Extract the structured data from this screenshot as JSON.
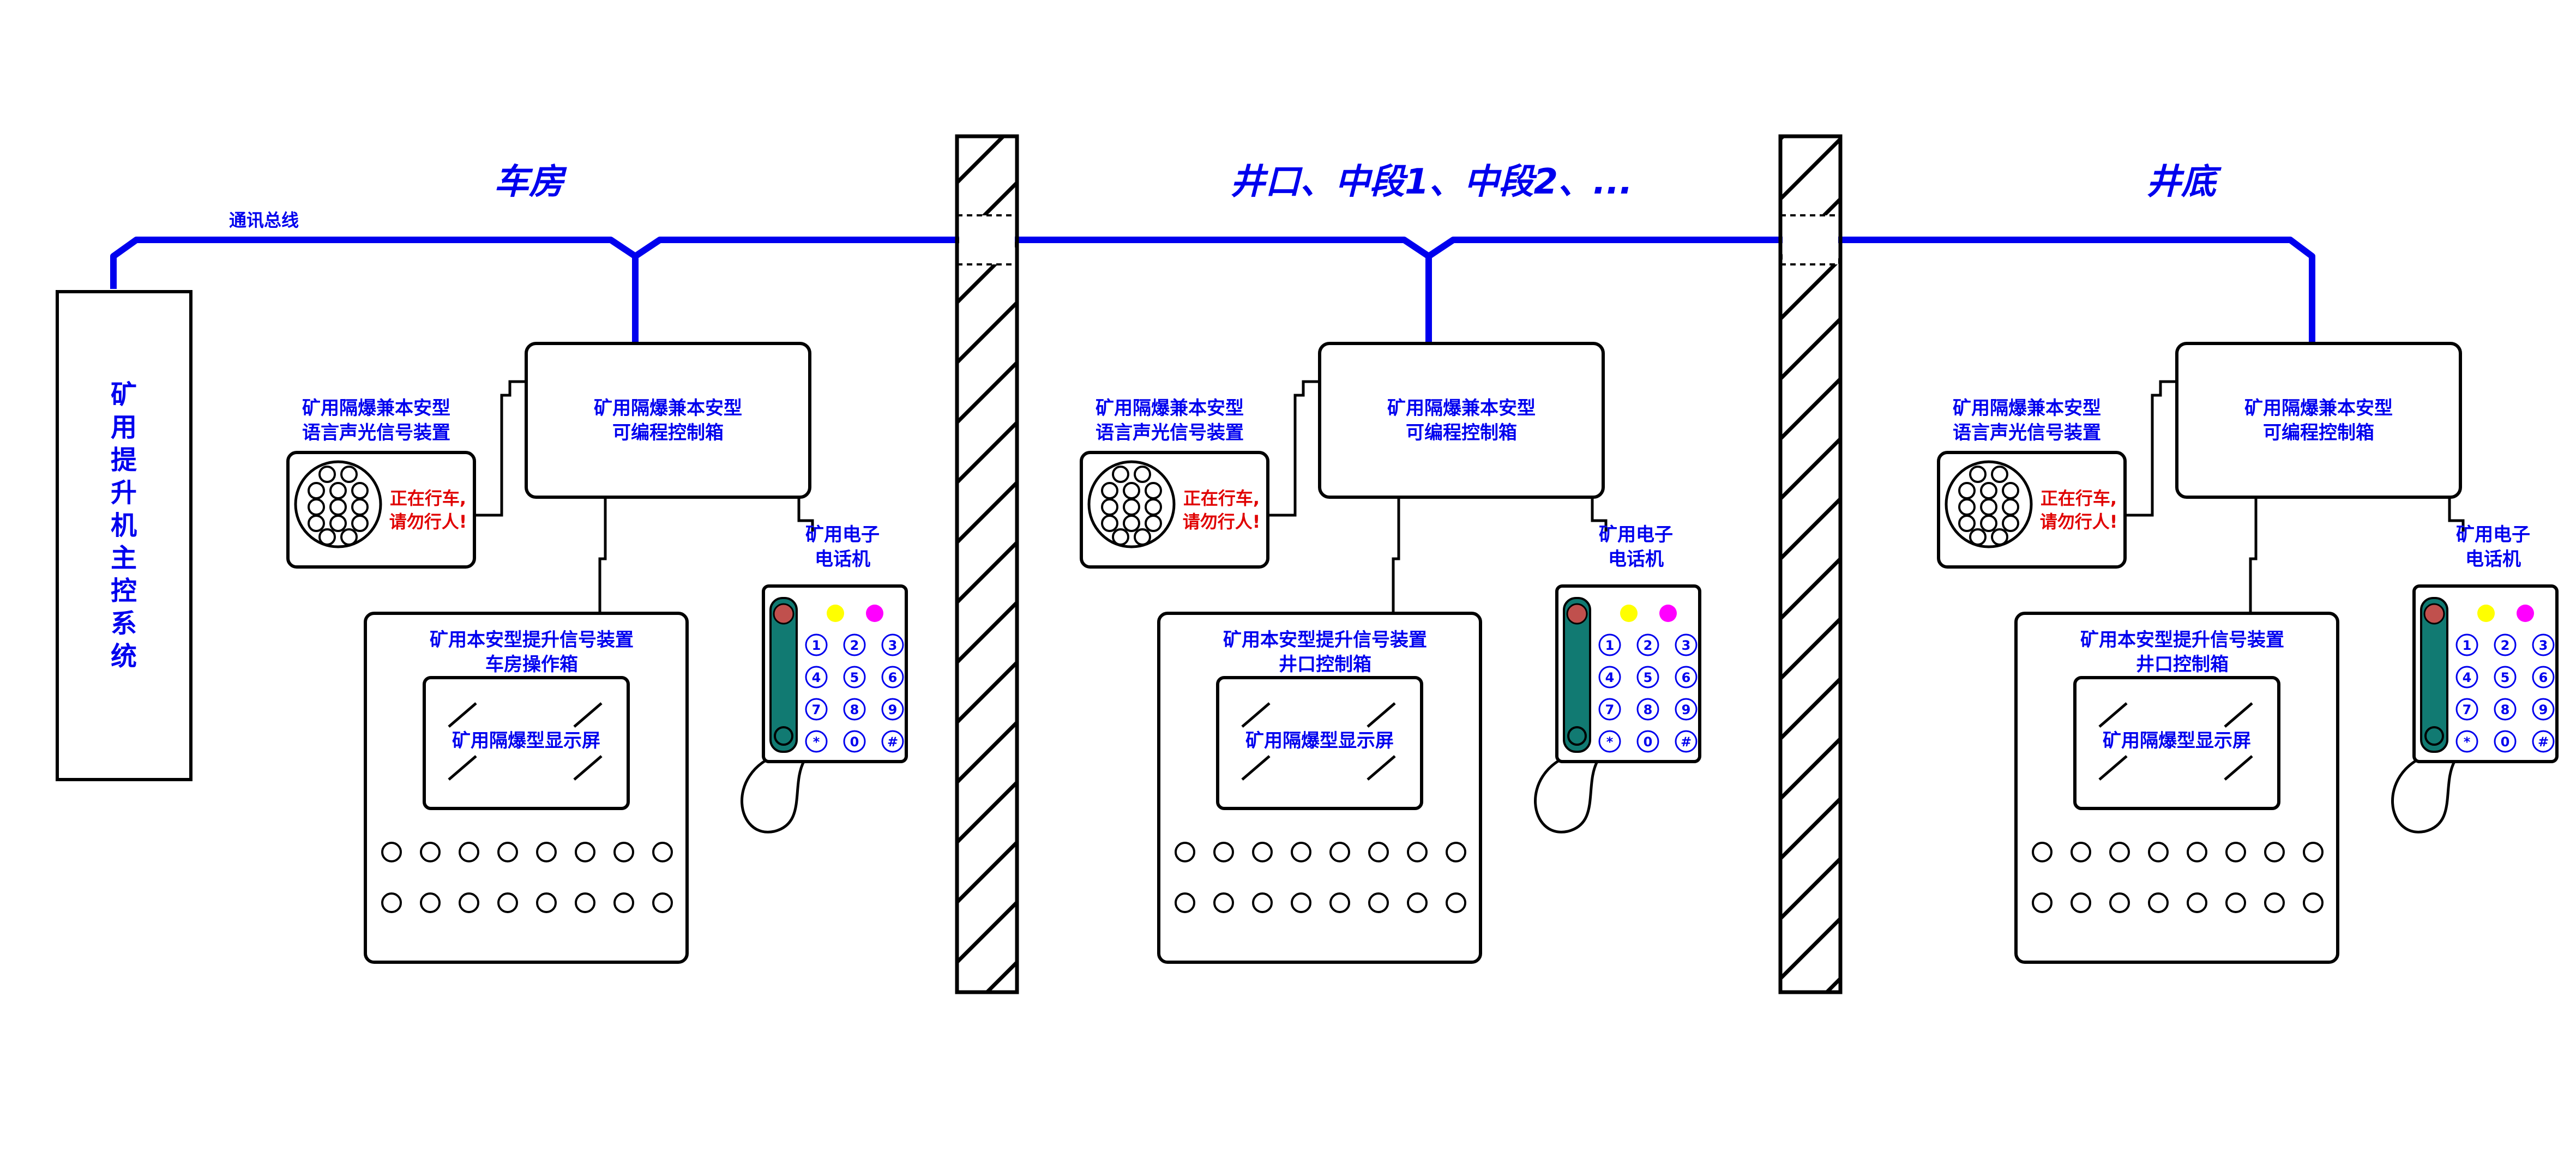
{
  "colors": {
    "bus": "#0000ee",
    "label_blue": "#0000ee",
    "alert_red": "#e00000",
    "outline": "#000000",
    "handset": "#117a72",
    "handset_button": "#c0504d",
    "indicator_yellow": "#ffff00",
    "indicator_magenta": "#ff00ff"
  },
  "bus": {
    "label": "通讯总线"
  },
  "master": {
    "label_chars": [
      "矿",
      "用",
      "提",
      "升",
      "机",
      "主",
      "控",
      "系",
      "统"
    ]
  },
  "zones": [
    {
      "title": "车房",
      "console_line1": "矿用本安型提升信号装置",
      "console_line2": "车房操作箱"
    },
    {
      "title": "井口、中段1、中段2、...",
      "console_line1": "矿用本安型提升信号装置",
      "console_line2": "井口控制箱"
    },
    {
      "title": "井底",
      "console_line1": "矿用本安型提升信号装置",
      "console_line2": "井口控制箱"
    }
  ],
  "common": {
    "plc_line1": "矿用隔爆兼本安型",
    "plc_line2": "可编程控制箱",
    "siren_line1": "矿用隔爆兼本安型",
    "siren_line2": "语言声光信号装置",
    "siren_msg1": "正在行车,",
    "siren_msg2": "请勿行人!",
    "phone_line1": "矿用电子",
    "phone_line2": "电话机",
    "display": "矿用隔爆型显示屏",
    "keys": [
      "1",
      "2",
      "3",
      "4",
      "5",
      "6",
      "7",
      "8",
      "9",
      "*",
      "0",
      "#"
    ]
  },
  "icons": [
    "speaker-grille-icon",
    "telephone-handset-icon"
  ]
}
